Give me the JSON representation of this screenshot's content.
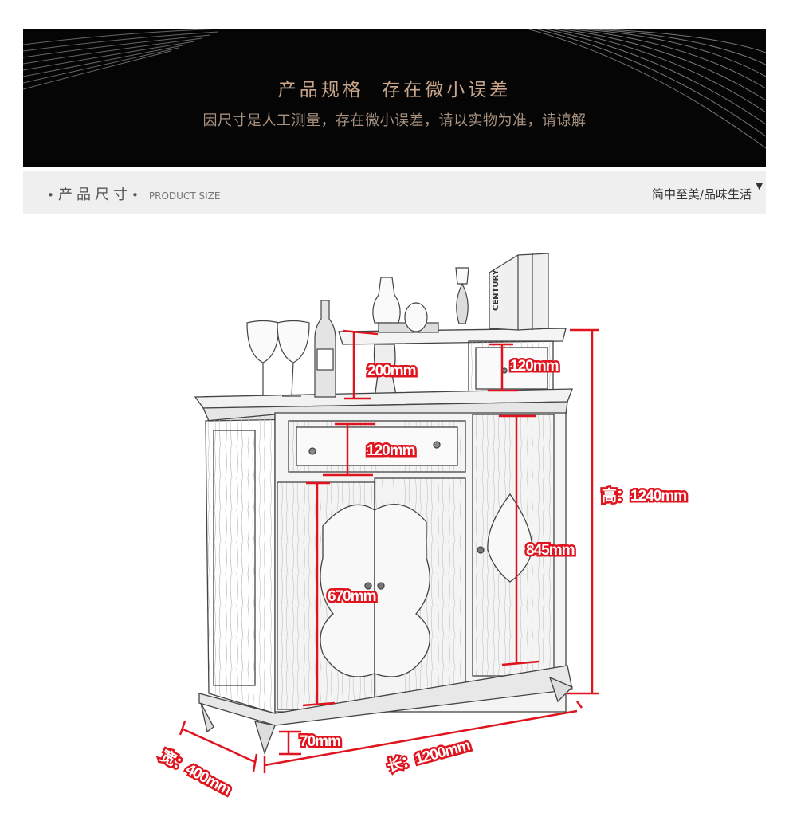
{
  "banner": {
    "title": "产品规格  存在微小误差",
    "subtitle": "因尺寸是人工测量，存在微小误差，请以实物为准，请谅解"
  },
  "section": {
    "dot_left": "•",
    "title": "产品尺寸",
    "dot_right": "•",
    "subtitle_en": "PRODUCT SIZE",
    "slogan": "简中至美/品味生活",
    "triangle": "▼"
  },
  "drawing": {
    "book_label": "CENTURY",
    "dimensions": {
      "top_height": "200mm",
      "top_drawer": "120mm",
      "drawer": "120mm",
      "door": "670mm",
      "right_door": "845mm",
      "height": "高：1240mm",
      "leg": "70mm",
      "length": "长：1200mm",
      "width": "宽：400mm"
    }
  },
  "colors": {
    "banner_bg": "#050505",
    "banner_title": "#c9a58a",
    "bar_bg": "#efefef",
    "dimension_red": "#e0141e"
  }
}
